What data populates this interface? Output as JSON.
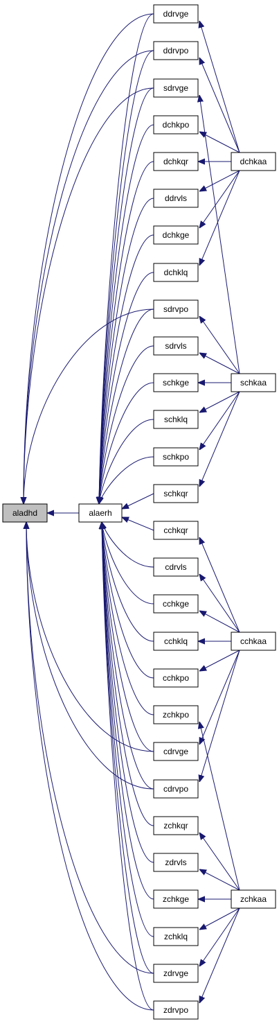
{
  "diagram": {
    "type": "call-graph",
    "nodes": [
      {
        "id": "aladhd",
        "label": "aladhd",
        "highlighted": true
      },
      {
        "id": "alaerh",
        "label": "alaerh"
      },
      {
        "id": "ddrvge",
        "label": "ddrvge"
      },
      {
        "id": "ddrvpo",
        "label": "ddrvpo"
      },
      {
        "id": "sdrvge",
        "label": "sdrvge"
      },
      {
        "id": "dchkpo",
        "label": "dchkpo"
      },
      {
        "id": "dchkqr",
        "label": "dchkqr"
      },
      {
        "id": "ddrvls",
        "label": "ddrvls"
      },
      {
        "id": "dchkge",
        "label": "dchkge"
      },
      {
        "id": "dchklq",
        "label": "dchklq"
      },
      {
        "id": "sdrvpo",
        "label": "sdrvpo"
      },
      {
        "id": "sdrvls",
        "label": "sdrvls"
      },
      {
        "id": "schkge",
        "label": "schkge"
      },
      {
        "id": "schklq",
        "label": "schklq"
      },
      {
        "id": "schkpo",
        "label": "schkpo"
      },
      {
        "id": "schkqr",
        "label": "schkqr"
      },
      {
        "id": "cchkqr",
        "label": "cchkqr"
      },
      {
        "id": "cdrvls",
        "label": "cdrvls"
      },
      {
        "id": "cchkge",
        "label": "cchkge"
      },
      {
        "id": "cchklq",
        "label": "cchklq"
      },
      {
        "id": "cchkpo",
        "label": "cchkpo"
      },
      {
        "id": "zchkpo",
        "label": "zchkpo"
      },
      {
        "id": "cdrvge",
        "label": "cdrvge"
      },
      {
        "id": "cdrvpo",
        "label": "cdrvpo"
      },
      {
        "id": "zchkqr",
        "label": "zchkqr"
      },
      {
        "id": "zdrvls",
        "label": "zdrvls"
      },
      {
        "id": "zchkge",
        "label": "zchkge"
      },
      {
        "id": "zchklq",
        "label": "zchklq"
      },
      {
        "id": "zdrvge",
        "label": "zdrvge"
      },
      {
        "id": "zdrvpo",
        "label": "zdrvpo"
      },
      {
        "id": "dchkaa",
        "label": "dchkaa"
      },
      {
        "id": "schkaa",
        "label": "schkaa"
      },
      {
        "id": "cchkaa",
        "label": "cchkaa"
      },
      {
        "id": "zchkaa",
        "label": "zchkaa"
      }
    ],
    "edges": [
      {
        "from": "alaerh",
        "to": "aladhd"
      },
      {
        "from": "ddrvge",
        "to": "aladhd"
      },
      {
        "from": "ddrvpo",
        "to": "aladhd"
      },
      {
        "from": "sdrvge",
        "to": "aladhd"
      },
      {
        "from": "sdrvpo",
        "to": "aladhd"
      },
      {
        "from": "cdrvge",
        "to": "aladhd"
      },
      {
        "from": "cdrvpo",
        "to": "aladhd"
      },
      {
        "from": "zdrvge",
        "to": "aladhd"
      },
      {
        "from": "zdrvpo",
        "to": "aladhd"
      },
      {
        "from": "ddrvge",
        "to": "alaerh"
      },
      {
        "from": "ddrvpo",
        "to": "alaerh"
      },
      {
        "from": "sdrvge",
        "to": "alaerh"
      },
      {
        "from": "dchkpo",
        "to": "alaerh"
      },
      {
        "from": "dchkqr",
        "to": "alaerh"
      },
      {
        "from": "ddrvls",
        "to": "alaerh"
      },
      {
        "from": "dchkge",
        "to": "alaerh"
      },
      {
        "from": "dchklq",
        "to": "alaerh"
      },
      {
        "from": "sdrvpo",
        "to": "alaerh"
      },
      {
        "from": "sdrvls",
        "to": "alaerh"
      },
      {
        "from": "schkge",
        "to": "alaerh"
      },
      {
        "from": "schklq",
        "to": "alaerh"
      },
      {
        "from": "schkpo",
        "to": "alaerh"
      },
      {
        "from": "schkqr",
        "to": "alaerh"
      },
      {
        "from": "cchkqr",
        "to": "alaerh"
      },
      {
        "from": "cdrvls",
        "to": "alaerh"
      },
      {
        "from": "cchkge",
        "to": "alaerh"
      },
      {
        "from": "cchklq",
        "to": "alaerh"
      },
      {
        "from": "cchkpo",
        "to": "alaerh"
      },
      {
        "from": "zchkpo",
        "to": "alaerh"
      },
      {
        "from": "cdrvge",
        "to": "alaerh"
      },
      {
        "from": "cdrvpo",
        "to": "alaerh"
      },
      {
        "from": "zchkqr",
        "to": "alaerh"
      },
      {
        "from": "zdrvls",
        "to": "alaerh"
      },
      {
        "from": "zchkge",
        "to": "alaerh"
      },
      {
        "from": "zchklq",
        "to": "alaerh"
      },
      {
        "from": "zdrvge",
        "to": "alaerh"
      },
      {
        "from": "zdrvpo",
        "to": "alaerh"
      },
      {
        "from": "dchkaa",
        "to": "ddrvge"
      },
      {
        "from": "dchkaa",
        "to": "ddrvpo"
      },
      {
        "from": "dchkaa",
        "to": "dchkpo"
      },
      {
        "from": "dchkaa",
        "to": "dchkqr"
      },
      {
        "from": "dchkaa",
        "to": "ddrvls"
      },
      {
        "from": "dchkaa",
        "to": "dchkge"
      },
      {
        "from": "dchkaa",
        "to": "dchklq"
      },
      {
        "from": "schkaa",
        "to": "sdrvge"
      },
      {
        "from": "schkaa",
        "to": "sdrvpo"
      },
      {
        "from": "schkaa",
        "to": "sdrvls"
      },
      {
        "from": "schkaa",
        "to": "schkge"
      },
      {
        "from": "schkaa",
        "to": "schklq"
      },
      {
        "from": "schkaa",
        "to": "schkpo"
      },
      {
        "from": "schkaa",
        "to": "schkqr"
      },
      {
        "from": "cchkaa",
        "to": "cchkqr"
      },
      {
        "from": "cchkaa",
        "to": "cdrvls"
      },
      {
        "from": "cchkaa",
        "to": "cchkge"
      },
      {
        "from": "cchkaa",
        "to": "cchklq"
      },
      {
        "from": "cchkaa",
        "to": "cchkpo"
      },
      {
        "from": "cchkaa",
        "to": "cdrvge"
      },
      {
        "from": "cchkaa",
        "to": "cdrvpo"
      },
      {
        "from": "zchkaa",
        "to": "zchkpo"
      },
      {
        "from": "zchkaa",
        "to": "zchkqr"
      },
      {
        "from": "zchkaa",
        "to": "zdrvls"
      },
      {
        "from": "zchkaa",
        "to": "zchkge"
      },
      {
        "from": "zchkaa",
        "to": "zchklq"
      },
      {
        "from": "zchkaa",
        "to": "zdrvge"
      },
      {
        "from": "zchkaa",
        "to": "zdrvpo"
      }
    ],
    "colors": {
      "edge": "#191970",
      "node_fill": "#ffffff",
      "highlight_fill": "#bfbfbf",
      "node_stroke": "#000000"
    }
  }
}
